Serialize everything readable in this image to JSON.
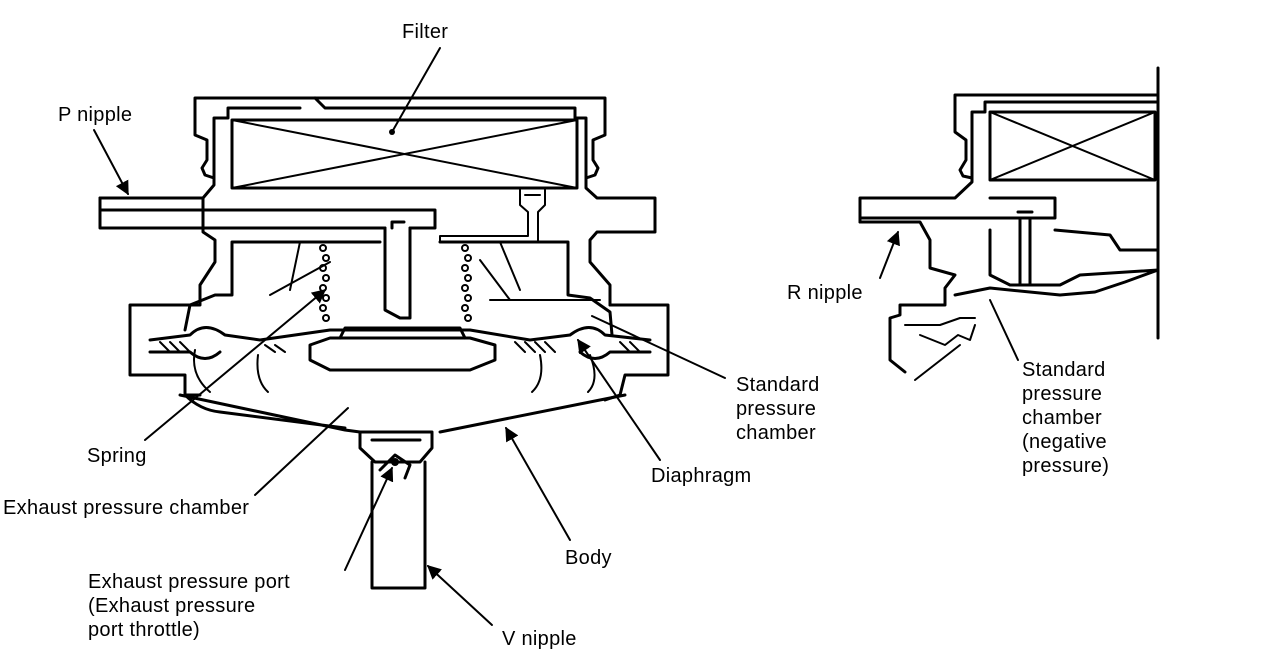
{
  "labels": {
    "filter": "Filter",
    "p_nipple": "P  nipple",
    "r_nipple": "R  nipple",
    "spring": "Spring",
    "exhaust_pressure_chamber": "Exhaust  pressure  chamber",
    "exhaust_pressure_port": [
      "Exhaust  pressure  port",
      "(Exhaust  pressure",
      "port  throttle)"
    ],
    "standard_pressure_chamber": [
      "Standard",
      "pressure",
      "chamber"
    ],
    "diaphragm": "Diaphragm",
    "body": "Body",
    "v_nipple": "V  nipple",
    "standard_pressure_chamber_negative": [
      "Standard",
      "pressure",
      "chamber",
      "(negative",
      "pressure)"
    ]
  },
  "colors": {
    "ink": "#000000",
    "paper": "#ffffff"
  }
}
